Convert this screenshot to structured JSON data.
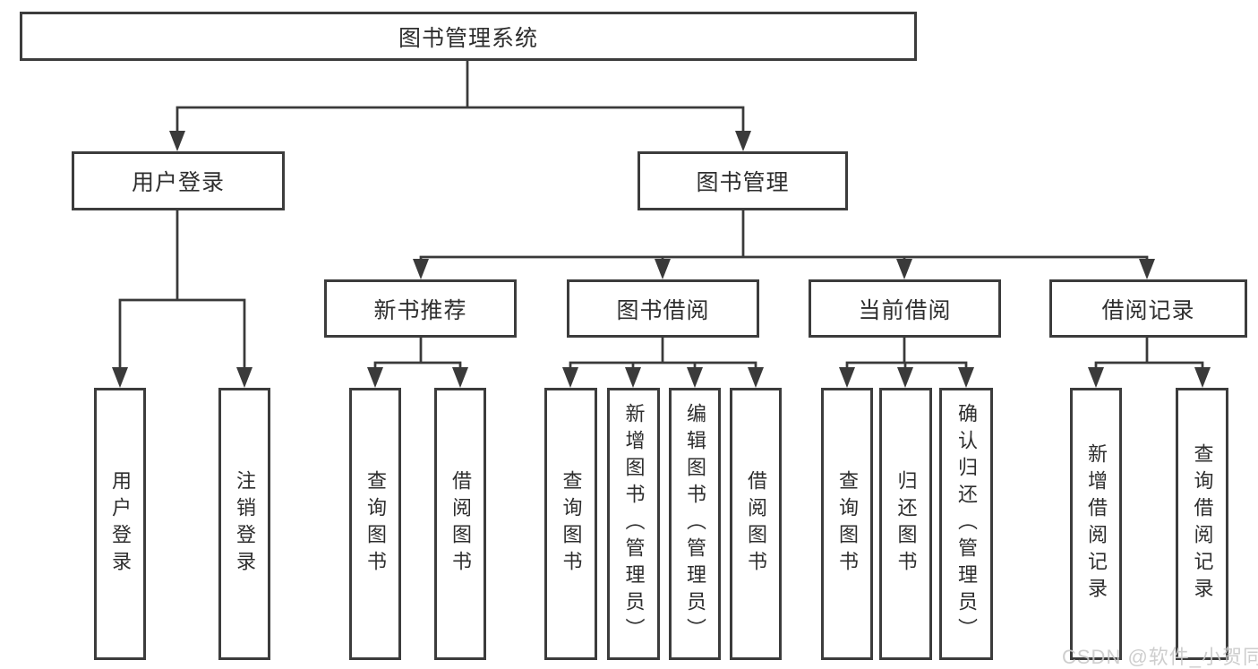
{
  "diagram": {
    "root": {
      "label": "图书管理系统"
    },
    "branches": [
      {
        "label": "用户登录",
        "children": [
          {
            "label": "用户登录"
          },
          {
            "label": "注销登录"
          }
        ]
      },
      {
        "label": "图书管理",
        "children": [
          {
            "label": "新书推荐",
            "children": [
              {
                "label": "查询图书"
              },
              {
                "label": "借阅图书"
              }
            ]
          },
          {
            "label": "图书借阅",
            "children": [
              {
                "label": "查询图书"
              },
              {
                "label": "新增图书（管理员）"
              },
              {
                "label": "编辑图书（管理员）"
              },
              {
                "label": "借阅图书"
              }
            ]
          },
          {
            "label": "当前借阅",
            "children": [
              {
                "label": "查询图书"
              },
              {
                "label": "归还图书"
              },
              {
                "label": "确认归还（管理员）"
              }
            ]
          },
          {
            "label": "借阅记录",
            "children": [
              {
                "label": "新增借阅记录"
              },
              {
                "label": "查询借阅记录"
              }
            ]
          }
        ]
      }
    ]
  },
  "watermark": {
    "text": "CSDN @软件_小贺同学"
  },
  "colors": {
    "line": "#3a3a3a",
    "box_border": "#3c3c3c",
    "text": "#2e2e2e",
    "watermark": "#c9c9c9",
    "background": "#ffffff"
  }
}
